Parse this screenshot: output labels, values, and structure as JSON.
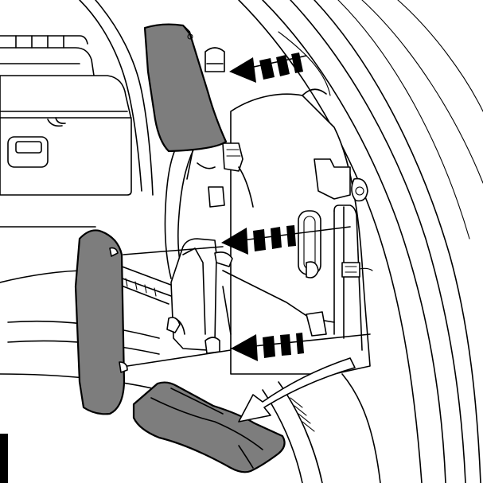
{
  "figure": {
    "description_labels": [],
    "colors": {
      "removed_part_fill": "#7d7d7d",
      "line": "#000000",
      "background": "#ffffff"
    },
    "parts": [
      {
        "name": "upper-trim-panel",
        "state": "removed"
      },
      {
        "name": "side-trim-panel",
        "state": "removed"
      },
      {
        "name": "floor-trim-cover",
        "state": "removed"
      }
    ],
    "arrows": [
      {
        "name": "upper-removal-arrow",
        "direction": "left"
      },
      {
        "name": "middle-removal-arrow",
        "direction": "left"
      },
      {
        "name": "lower-removal-arrow",
        "direction": "left"
      },
      {
        "name": "curved-removal-arrow",
        "direction": "down-left"
      }
    ]
  }
}
